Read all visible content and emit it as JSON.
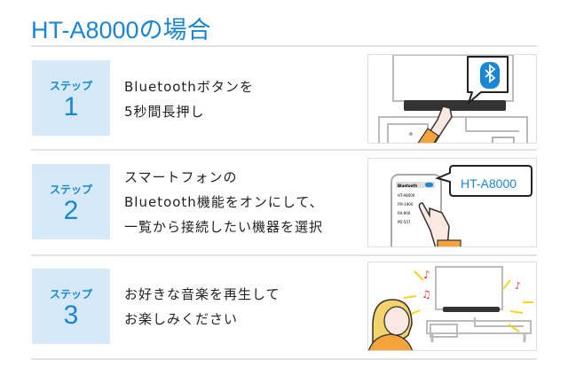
{
  "title": "HT-A8000の場合",
  "steps": [
    {
      "label": "ステップ",
      "number": "1",
      "lines": [
        "Bluetoothボタンを",
        "5秒間長押し"
      ]
    },
    {
      "label": "ステップ",
      "number": "2",
      "lines": [
        "スマートフォンの",
        "Bluetooth機能をオンにして、",
        "一覧から接続したい機器を選択"
      ]
    },
    {
      "label": "ステップ",
      "number": "3",
      "lines": [
        "お好きな音楽を再生して",
        "お楽しみください"
      ]
    }
  ],
  "phone": {
    "header": "Bluetooth",
    "items": [
      "HT-A8000",
      "FM-1900",
      "RA-900",
      "PD-557"
    ],
    "bubble": "HT-A8000"
  },
  "colors": {
    "accent": "#1a86d6",
    "step_bg": "#d5e9f8"
  }
}
